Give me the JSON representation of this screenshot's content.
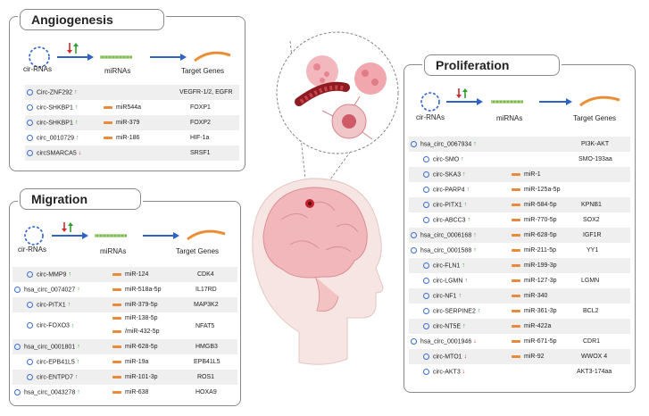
{
  "header_labels": {
    "cir_rnas": "cir-RNAs",
    "mirnas": "miRNAs",
    "target_genes": "Target Genes"
  },
  "angiogenesis": {
    "title": "Angiogenesis",
    "rows": [
      {
        "circ": "Circ-ZNF292",
        "dir": "up",
        "mirna": "",
        "target": "VEGFR-1/2, EGFR"
      },
      {
        "circ": "circ-SHKBP1",
        "dir": "up",
        "mirna": "miR544a",
        "target": "FOXP1"
      },
      {
        "circ": "circ-SHKBP1",
        "dir": "up",
        "mirna": "miR-379",
        "target": "FOXP2"
      },
      {
        "circ": "circ_0010729",
        "dir": "up",
        "mirna": "miR-186",
        "target": "HIF-1a"
      },
      {
        "circ": "circSMARCA5",
        "dir": "down",
        "mirna": "",
        "target": "SRSF1"
      }
    ]
  },
  "migration": {
    "title": "Migration",
    "rows": [
      {
        "circ": "circ-MMP9",
        "dir": "up",
        "mirna": "miR-124",
        "target": "CDK4"
      },
      {
        "circ": "hsa_circ_0074027",
        "dir": "up",
        "mirna": "miR-518a-5p",
        "target": "IL17RD"
      },
      {
        "circ": "circ-PITX1",
        "dir": "up",
        "mirna": "miR-379-5p",
        "target": "MAP3K2"
      },
      {
        "circ": "circ-FOXO3",
        "dir": "up",
        "mirna": "miR-138-5p",
        "mirna2": "/miR-432-5p",
        "target": "NFAT5"
      },
      {
        "circ": "hsa_circ_0001801",
        "dir": "up",
        "mirna": "miR-628-5p",
        "target": "HMGB3"
      },
      {
        "circ": "circ-EPB41L5",
        "dir": "up",
        "mirna": "miR-19a",
        "target": "EPB41L5"
      },
      {
        "circ": "circ-ENTPD7",
        "dir": "up",
        "mirna": "miR-101-3p",
        "target": "ROS1"
      },
      {
        "circ": "hsa_circ_0043278",
        "dir": "up",
        "mirna": "miR-638",
        "target": "HOXA9"
      }
    ]
  },
  "proliferation": {
    "title": "Proliferation",
    "rows": [
      {
        "circ": "hsa_circ_0067934",
        "dir": "up",
        "mirna": "",
        "target": "PI3K-AKT"
      },
      {
        "circ": "circ-SMO",
        "dir": "up",
        "mirna": "",
        "target": "SMO-193aa"
      },
      {
        "circ": "circ-SKA3",
        "dir": "up",
        "mirna": "miR-1",
        "target": ""
      },
      {
        "circ": "circ-PARP4",
        "dir": "up",
        "mirna": "miR-125a-5p",
        "target": ""
      },
      {
        "circ": "circ-PITX1",
        "dir": "up",
        "mirna": "miR-584-5p",
        "target": "KPNB1"
      },
      {
        "circ": "circ-ABCC3",
        "dir": "up",
        "mirna": "miR-770-5p",
        "target": "SOX2"
      },
      {
        "circ": "hsa_circ_0006168",
        "dir": "up",
        "mirna": "miR-628-5p",
        "target": "IGF1R"
      },
      {
        "circ": "hsa_circ_0001588",
        "dir": "up",
        "mirna": "miR-211-5p",
        "target": "YY1"
      },
      {
        "circ": "circ-FLN1",
        "dir": "up",
        "mirna": "miR-199-3p",
        "target": ""
      },
      {
        "circ": "circ-LGMN",
        "dir": "up",
        "mirna": "miR-127-3p",
        "target": "LGMN"
      },
      {
        "circ": "circ-NF1",
        "dir": "up",
        "mirna": "miR-340",
        "target": ""
      },
      {
        "circ": "circ-SERPINE2",
        "dir": "up",
        "mirna": "miR-361-3p",
        "target": "BCL2"
      },
      {
        "circ": "circ-NT5E",
        "dir": "up",
        "mirna": "miR-422a",
        "target": ""
      },
      {
        "circ": "hsa_circ_0001946",
        "dir": "down",
        "mirna": "miR-671-5p",
        "target": "CDR1"
      },
      {
        "circ": "circ-MTO1",
        "dir": "down",
        "mirna": "miR-92",
        "target": "WWOX 4"
      },
      {
        "circ": "circ-AKT3",
        "dir": "down",
        "mirna": "",
        "target": "AKT3-174aa"
      }
    ]
  },
  "colors": {
    "up": "#2e9e2e",
    "down": "#d02c2c",
    "circ_icon": "#2f62c5",
    "mirna_icon": "#e98a3a",
    "row_shade": "#efefef"
  }
}
